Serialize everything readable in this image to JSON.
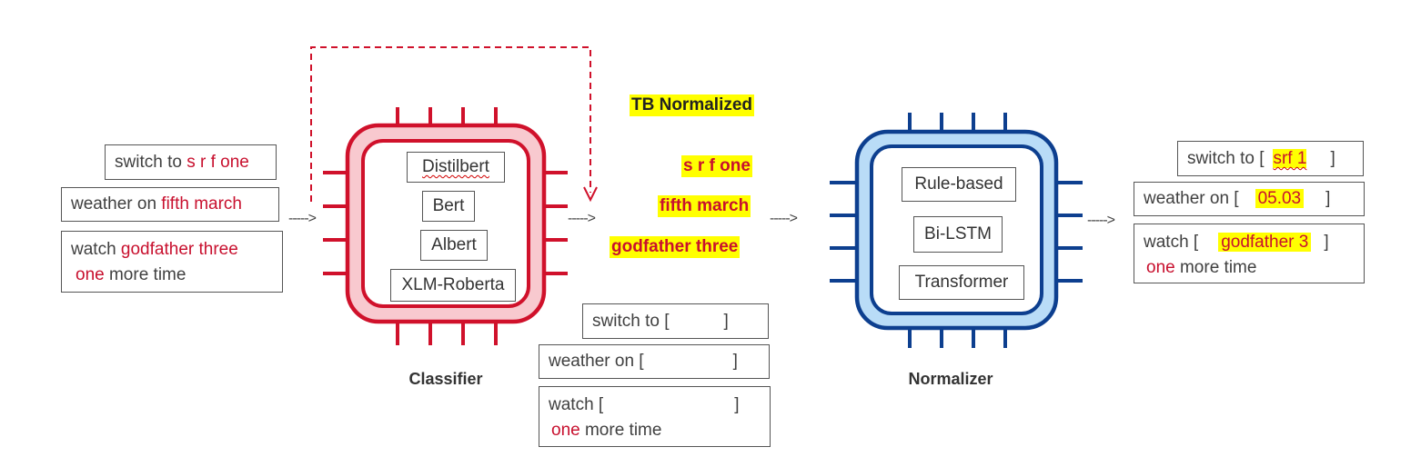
{
  "colors": {
    "classifier": "#d0112b",
    "classifier_fill": "#f8c9cf",
    "normalizer": "#0d3f8f",
    "normalizer_fill": "#b9dcf7",
    "highlight": "#ffff00",
    "entity_text": "#c8102e"
  },
  "inputs": [
    {
      "prefix": "switch to ",
      "entity": "s r f one",
      "suffix": ""
    },
    {
      "prefix": "weather on ",
      "entity": "fifth march",
      "suffix": ""
    },
    {
      "prefix": "watch ",
      "entity": "godfather three",
      "line2_entity": "one",
      "line2_suffix": " more time"
    }
  ],
  "classifier": {
    "caption": "Classifier",
    "models": [
      "Distilbert",
      "Bert",
      "Albert",
      "XLM-Roberta"
    ]
  },
  "tb_normalized": {
    "title": "TB Normalized",
    "items": [
      "s r f one",
      "fifth march",
      "godfather three"
    ]
  },
  "templates": [
    {
      "prefix": "switch to [",
      "suffix": "]"
    },
    {
      "prefix": "weather on [",
      "suffix": "]"
    },
    {
      "prefix": "watch [",
      "suffix": "]",
      "line2_entity": "one",
      "line2_suffix": " more time"
    }
  ],
  "normalizer": {
    "caption": "Normalizer",
    "models": [
      "Rule-based",
      "Bi-LSTM",
      "Transformer"
    ]
  },
  "outputs": [
    {
      "prefix": "switch to [",
      "value": "srf 1",
      "suffix": "]"
    },
    {
      "prefix": "weather on [",
      "value": "05.03",
      "suffix": "]"
    },
    {
      "prefix": "watch [",
      "value": "godfather 3",
      "suffix": "]",
      "line2_entity": "one",
      "line2_suffix": " more time"
    }
  ],
  "arrows": [
    "----->",
    "----->",
    "----->",
    "----->"
  ]
}
